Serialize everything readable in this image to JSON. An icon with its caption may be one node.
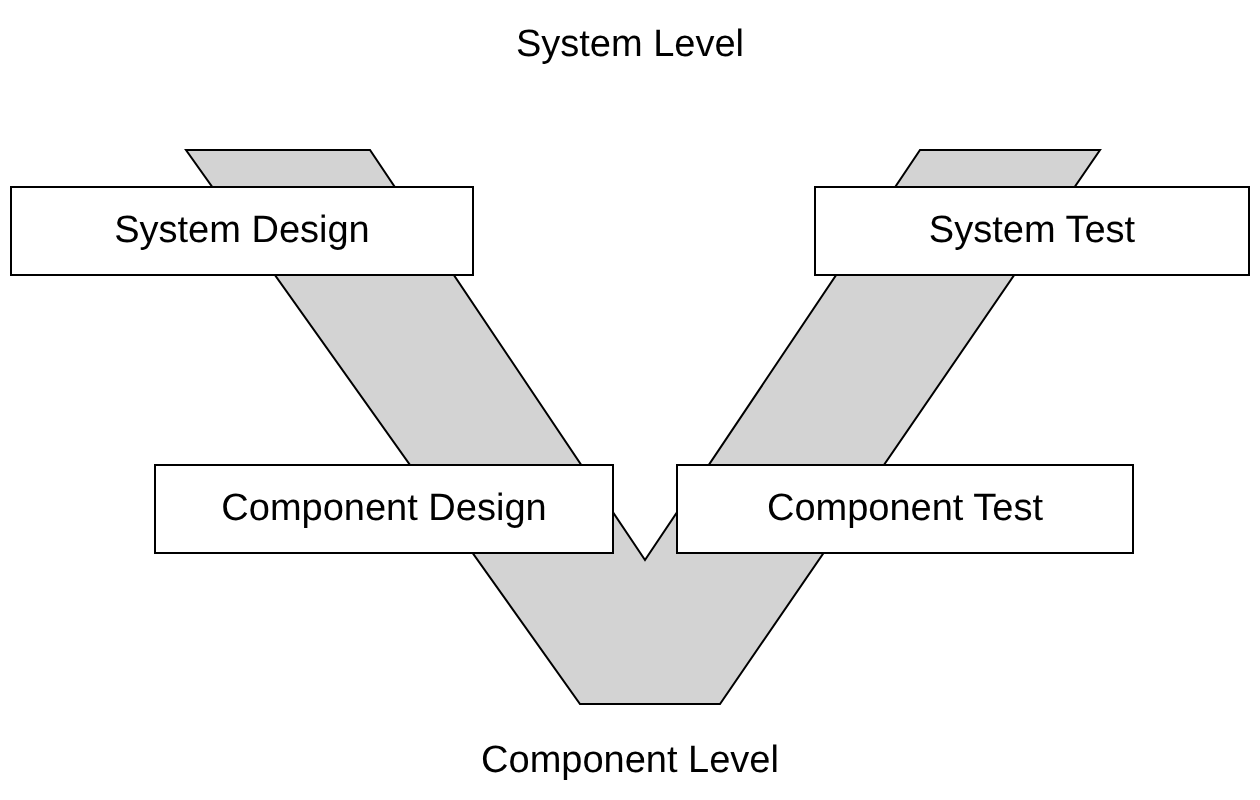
{
  "diagram": {
    "nodes": [
      {
        "text": [
          "System Design"
        ]
      },
      {
        "text": [
          "System Test"
        ]
      },
      {
        "text": [
          "Component Design"
        ]
      },
      {
        "text": [
          "Component Test"
        ]
      }
    ],
    "edges": [
      {
        "from": 0,
        "to": 2,
        "arrow": "none"
      },
      {
        "from": 2,
        "to": 3,
        "arrow": "none"
      },
      {
        "from": 3,
        "to": 1,
        "arrow": "none"
      }
    ],
    "labels": [
      "System Level",
      "Component Level"
    ]
  }
}
